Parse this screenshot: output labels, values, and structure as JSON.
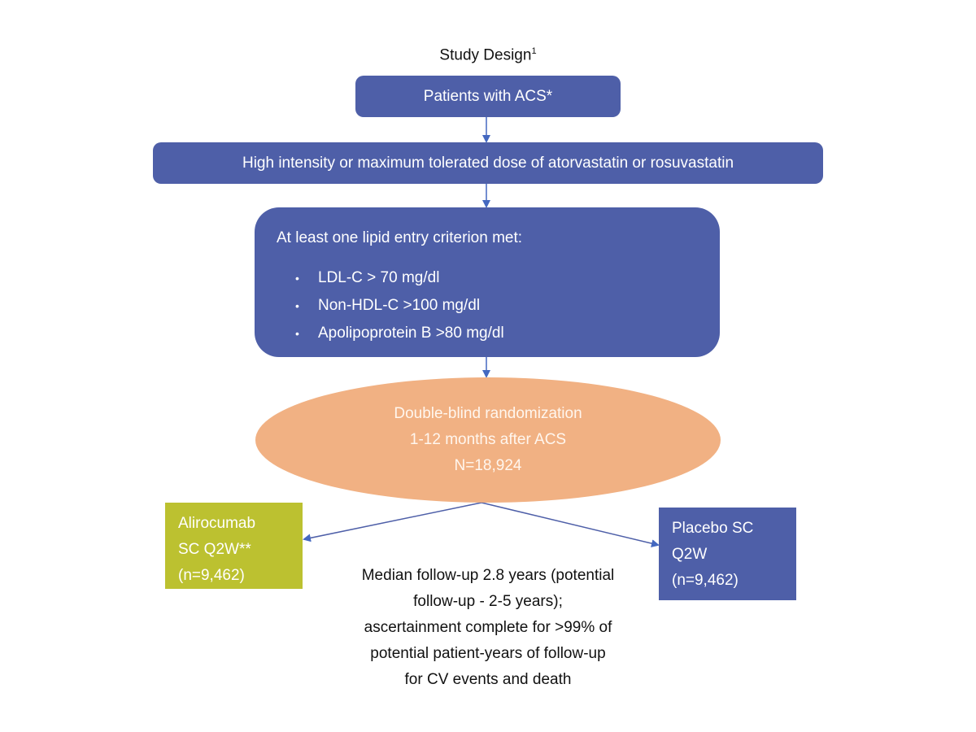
{
  "title": {
    "text": "Study Design",
    "superscript": "1"
  },
  "steps": {
    "population": "Patients with ACS*",
    "background_therapy": "High intensity or maximum tolerated dose of atorvastatin or rosuvastatin",
    "lipid_criteria": {
      "heading": "At least one lipid entry criterion met:",
      "items": [
        "LDL-C > 70 mg/dl",
        "Non-HDL-C >100 mg/dl",
        "Apolipoprotein B >80 mg/dl"
      ]
    },
    "randomization": {
      "lines": [
        "Double-blind randomization",
        "1-12 months after ACS",
        "N=18,924"
      ]
    }
  },
  "arms": [
    {
      "name": "alirocumab",
      "lines": [
        "Alirocumab",
        "SC Q2W**",
        "(n=9,462)"
      ],
      "color": "#bcc130"
    },
    {
      "name": "placebo",
      "lines": [
        "Placebo SC",
        "Q2W",
        "(n=9,462)"
      ],
      "color": "#4e5fa8"
    }
  ],
  "follow_up_note": [
    "Median follow-up 2.8 years (potential",
    "follow-up - 2-5 years);",
    "ascertainment complete for >99% of",
    "potential patient-years of follow-up",
    "for CV events and death"
  ],
  "colors": {
    "box": "#4e5fa8",
    "ellipse": "#f1b183",
    "alirocumab": "#bcc130",
    "arrow": "#4468c0"
  }
}
